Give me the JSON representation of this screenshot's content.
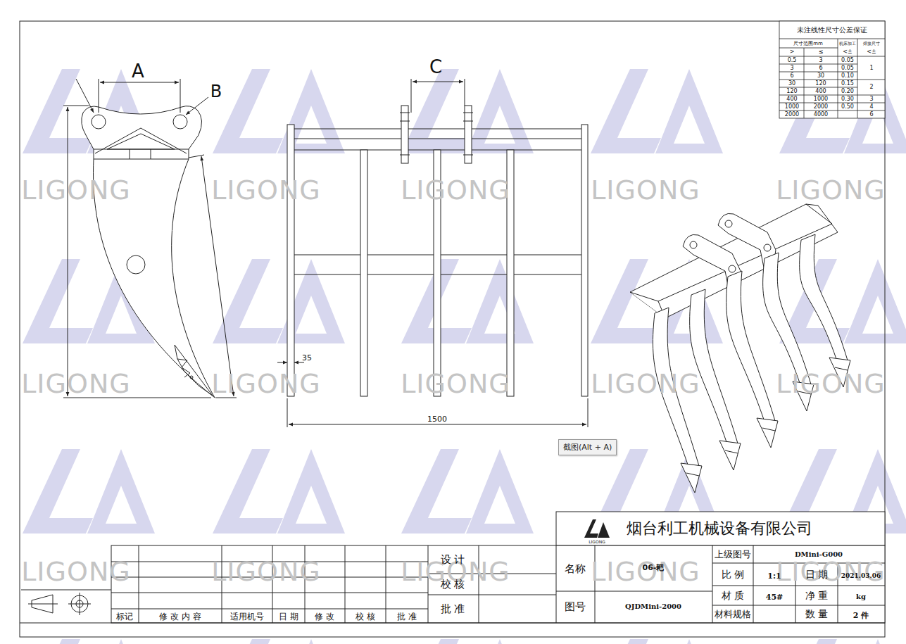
{
  "diagram": {
    "nodes": [
      {
        "text": [
          "截图(Alt + A)"
        ]
      }
    ],
    "labels": [
      "A",
      "B",
      "C",
      "35",
      "1500",
      "未注线性尺寸公差保证",
      "尺寸范围mm",
      "机床加工",
      "焊接尺寸",
      ">",
      "≤",
      "<±",
      "<±",
      "0.5",
      "3",
      "0.05",
      "3",
      "6",
      "0.05",
      "1",
      "6",
      "30",
      "0.10",
      "30",
      "120",
      "0.15",
      "2",
      "120",
      "400",
      "0.20",
      "400",
      "1000",
      "0.30",
      "3",
      "1000",
      "2000",
      "0.50",
      "4",
      "2000",
      "4000",
      "6",
      "烟台利工机械设备有限公司",
      "LIGONG",
      "设 计",
      "校 核",
      "批 准",
      "标记",
      "修 改 内 容",
      "适用机号",
      "日 期",
      "修 改",
      "校 核",
      "批 准",
      "名称",
      "06-耙",
      "图号",
      "QJDMini-2000",
      "上级图号",
      "DMini-G000",
      "比 例",
      "1:1",
      "日 期",
      "2021.03.06",
      "材 质",
      "45#",
      "净 重",
      "kg",
      "材料规格",
      "数 量",
      "2 件",
      "LIGONG",
      "LIGONG",
      "LIGONG",
      "LIGONG",
      "LIGONG",
      "LIGONG",
      "LIGONG",
      "LIGONG",
      "LIGONG",
      "LIGONG",
      "LIGONG",
      "LIGONG",
      "LIGONG",
      "LIGONG",
      "LIGONG"
    ]
  }
}
